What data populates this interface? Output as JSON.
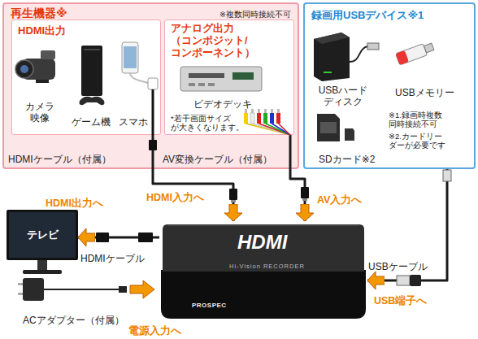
{
  "diagram": {
    "nodes": [
      {
        "text": [
          "再生機器※",
          "※複数同時接続不可"
        ]
      },
      {
        "text": [
          "HDMI出力"
        ],
        "in": 0
      },
      {
        "text": [
          "アナログ出力 （コンポジット/ コンポーネント）"
        ],
        "in": 0
      },
      {
        "text": [
          "録画用USBデバイス※1"
        ]
      },
      {
        "text": [
          "HDMI",
          "Hi-Vision RECORDER",
          "PROSPEC"
        ]
      },
      {
        "text": [
          "テレビ"
        ]
      }
    ],
    "edges": [
      {
        "from": 1,
        "to": 4,
        "arrow": "to"
      },
      {
        "from": 2,
        "to": 4,
        "arrow": "to"
      },
      {
        "from": 3,
        "to": 4,
        "arrow": "to"
      },
      {
        "from": 4,
        "to": 5,
        "arrow": "to"
      }
    ],
    "labels": [
      "カメラ 映像",
      "ゲーム機",
      "スマホ",
      "ビデオデッキ",
      "*若干画面サイズ が大きくなります。",
      "HDMIケーブル（付属）",
      "AV変換ケーブル（付属）",
      "USBハード ディスク",
      "USBメモリー",
      "SDカード※2",
      "※1.録画時複数 同時接続不可",
      "※2.カードリー ダーが必要です",
      "HDMI入力へ",
      "AV入力へ",
      "USBケーブル",
      "HDMI出力へ",
      "HDMIケーブル",
      "USB端子へ",
      "ACアダプター（付属）",
      "電源入力へ"
    ]
  }
}
